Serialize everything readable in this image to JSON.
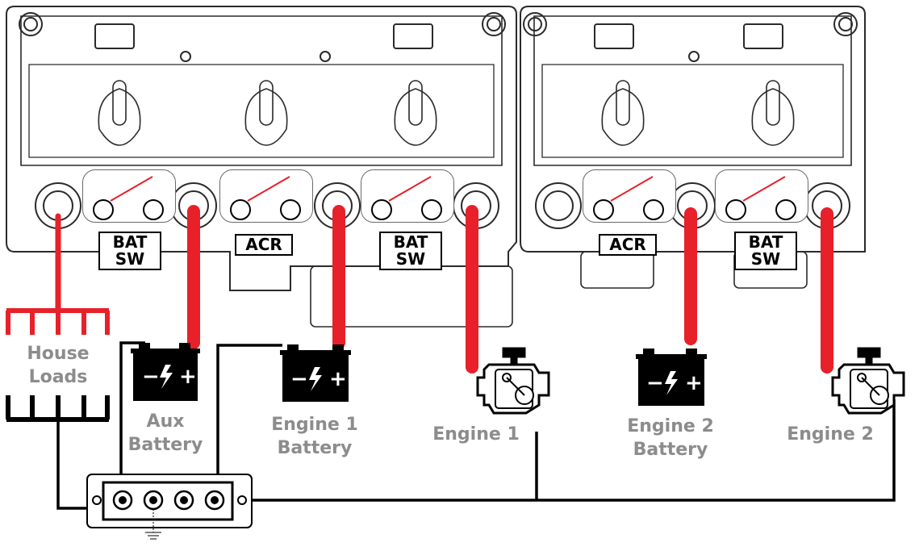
{
  "labels": {
    "house_loads": "House\nLoads",
    "house_loads_l1": "House",
    "house_loads_l2": "Loads",
    "aux_battery_l1": "Aux",
    "aux_battery_l2": "Battery",
    "engine1_battery_l1": "Engine 1",
    "engine1_battery_l2": "Battery",
    "engine1": "Engine 1",
    "engine2_battery_l1": "Engine 2",
    "engine2_battery_l2": "Battery",
    "engine2": "Engine 2"
  },
  "tags": {
    "bat_sw_1_l1": "BAT",
    "bat_sw_1_l2": "SW",
    "acr_1": "ACR",
    "bat_sw_2_l1": "BAT",
    "bat_sw_2_l2": "SW",
    "acr_2": "ACR",
    "bat_sw_3_l1": "BAT",
    "bat_sw_3_l2": "SW"
  },
  "battery_symbol": {
    "minus": "−",
    "plus": "+"
  },
  "colors": {
    "positive_cable": "#e8202a",
    "negative_cable": "#000000",
    "housing_outline": "#2a2a2a",
    "label_gray": "#8c8c8c"
  },
  "icons": [
    "switch-symbol",
    "battery-icon",
    "engine-icon",
    "ground-icon",
    "bus-bar"
  ]
}
